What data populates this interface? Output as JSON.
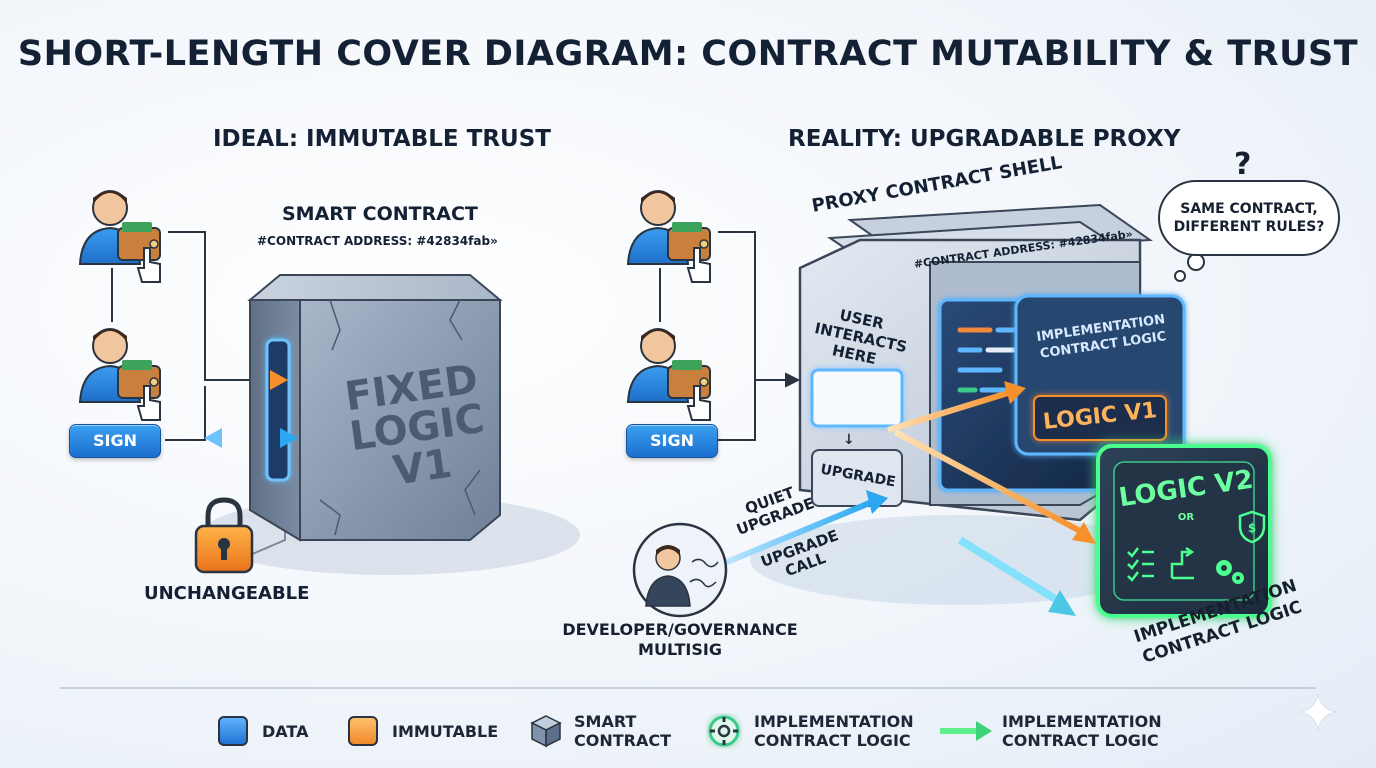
{
  "title": "SHORT-LENGTH COVER DIAGRAM: CONTRACT MUTABILITY & TRUST",
  "left": {
    "heading": "IDEAL: IMMUTABLE TRUST",
    "contract_title": "SMART CONTRACT",
    "contract_address": "#CONTRACT ADDRESS: #42834fab»",
    "block_text_1": "FIXED",
    "block_text_2": "LOGIC",
    "block_text_3": "V1",
    "sign_label": "SIGN",
    "lock_label": "UNCHANGEABLE"
  },
  "right": {
    "heading": "REALITY: UPGRADABLE PROXY",
    "proxy_title": "PROXY CONTRACT SHELL",
    "proxy_address": "#CONTRACT ADDRESS: #42834fab»",
    "user_interacts_1": "USER",
    "user_interacts_2": "INTERACTS",
    "user_interacts_3": "HERE",
    "upgrade_label": "UPGRADE",
    "impl_title_1": "IMPLEMENTATION",
    "impl_title_2": "CONTRACT LOGIC",
    "logic_v1": "LOGIC V1",
    "logic_v2": "LOGIC V2",
    "logic_v2_or": "OR",
    "sign_label": "SIGN",
    "thought_q": "?",
    "thought_line_1": "SAME CONTRACT,",
    "thought_line_2": "DIFFERENT RULES?",
    "quiet_1": "QUIET",
    "quiet_2": "UPGRADE",
    "call_1": "UPGRADE",
    "call_2": "CALL",
    "impl_label_1": "IMPLEMENTATION",
    "impl_label_2": "CONTRACT LOGIC",
    "dev_label_1": "DEVELOPER/GOVERNANCE",
    "dev_label_2": "MULTISIG"
  },
  "legend": [
    {
      "label": "DATA",
      "color": "#2b8be6"
    },
    {
      "label": "IMMUTABLE",
      "color": "#f39a3c"
    },
    {
      "label_1": "SMART",
      "label_2": "CONTRACT",
      "color": "#7f93ad"
    },
    {
      "label_1": "IMPLEMENTATION",
      "label_2": "CONTRACT LOGIC",
      "color": "#3cc98a"
    },
    {
      "label_1": "IMPLEMENTATION",
      "label_2": "CONTRACT LOGIC",
      "color": "#3cd27a"
    }
  ],
  "colors": {
    "data_blue": "#2b8be6",
    "orange": "#f39a3c",
    "green_glow": "#4cff8f",
    "stone": "#8c9db4"
  },
  "icons": [
    "user-icon",
    "wallet-icon",
    "hand-cursor-icon",
    "lock-icon",
    "gear-icon",
    "shield-icon",
    "checklist-icon",
    "sparkle-icon"
  ]
}
